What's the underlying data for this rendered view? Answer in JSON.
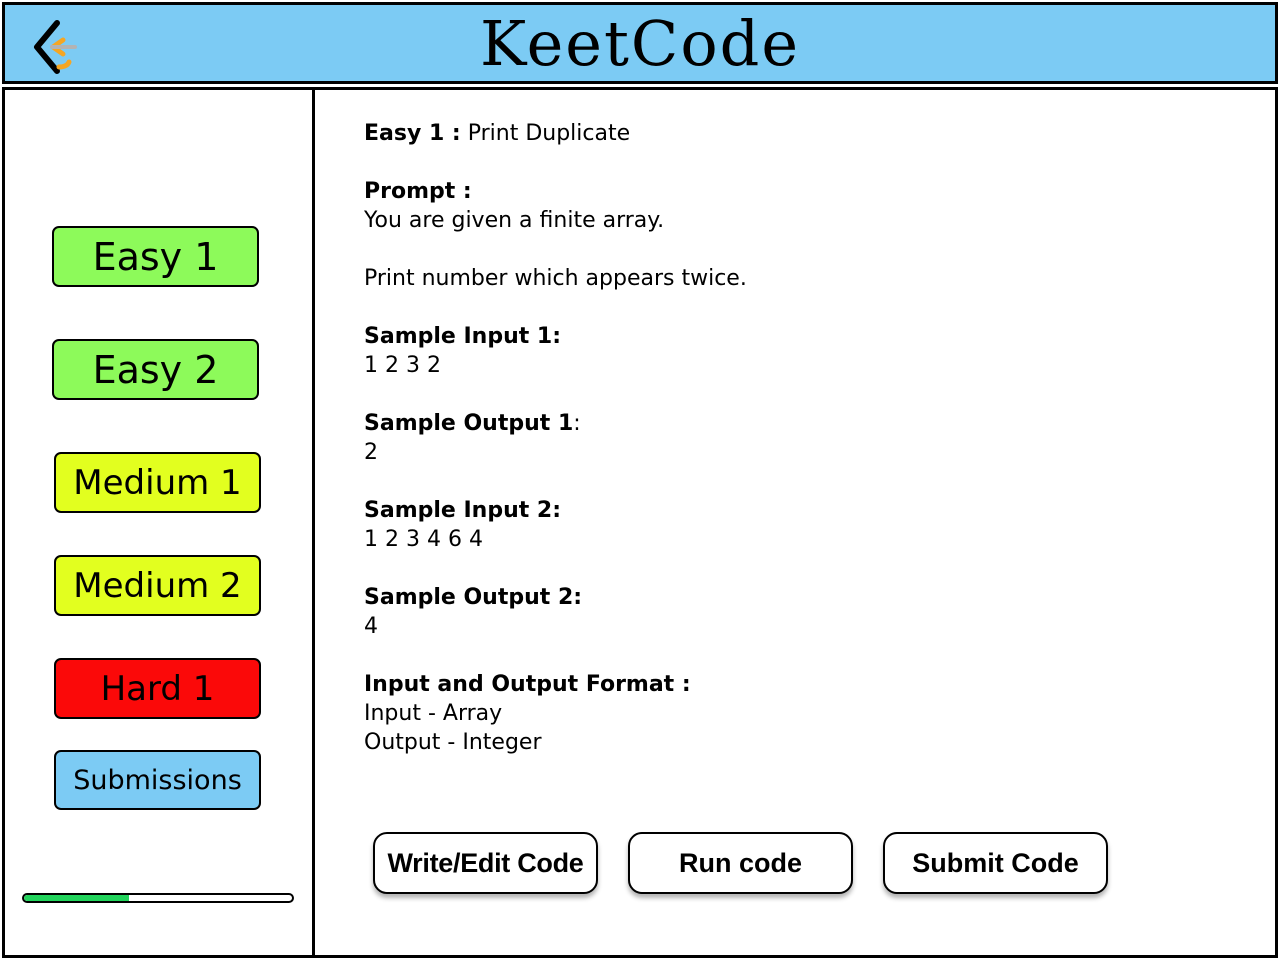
{
  "header": {
    "title": "KeetCode",
    "logo_icon": "keetcode-logo-icon"
  },
  "sidebar": {
    "items": [
      {
        "label": "Easy 1",
        "color": "#8dfa5a"
      },
      {
        "label": "Easy 2",
        "color": "#8dfa5a"
      },
      {
        "label": "Medium 1",
        "color": "#e2ff1f"
      },
      {
        "label": "Medium 2",
        "color": "#e2ff1f"
      },
      {
        "label": "Hard 1",
        "color": "#fb0909"
      },
      {
        "label": "Submissions",
        "color": "#7ccbf4"
      }
    ],
    "progress": {
      "value": 0.39,
      "color": "#22d45c"
    }
  },
  "problem": {
    "level_label": "Easy 1 :",
    "title": "Print Duplicate",
    "prompt_label": "Prompt :",
    "prompt_line1": "You are given a finite array.",
    "prompt_line2": "Print number which appears twice.",
    "sample_input1_label": "Sample Input 1:",
    "sample_input1": "1 2 3 2",
    "sample_output1_label": "Sample Output 1",
    "sample_output1_colon": ":",
    "sample_output1": "2",
    "sample_input2_label": "Sample Input 2:",
    "sample_input2": "1 2 3 4 6 4",
    "sample_output2_label": "Sample Output 2:",
    "sample_output2": "4",
    "format_label": "Input and Output Format :",
    "format_input": "Input - Array",
    "format_output": "Output - Integer"
  },
  "actions": {
    "write_label": "Write/Edit Code",
    "run_label": "Run code",
    "submit_label": "Submit Code"
  },
  "colors": {
    "header_bg": "#7ccbf4",
    "logo_orange": "#f5a623",
    "logo_gray": "#b3b3b3"
  }
}
